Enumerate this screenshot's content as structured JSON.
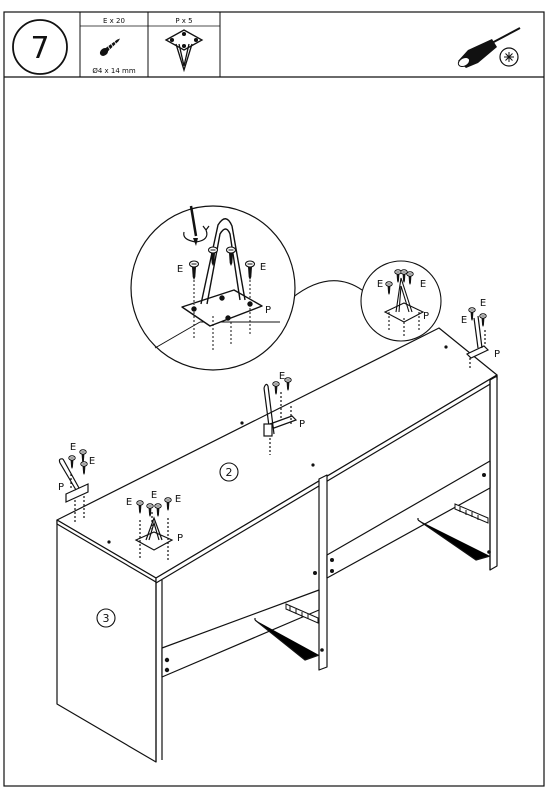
{
  "step": {
    "number": "7"
  },
  "parts": [
    {
      "qty_label": "E x 20",
      "size_label": "Ø4 x 14 mm",
      "icon": "screw-icon"
    },
    {
      "qty_label": "P x 5",
      "icon": "hairpin-leg-icon"
    }
  ],
  "tool": {
    "icon": "screwdriver-icon"
  },
  "labels": {
    "screw": "E",
    "leg": "P"
  },
  "panels": {
    "top": "2",
    "side": "3"
  }
}
